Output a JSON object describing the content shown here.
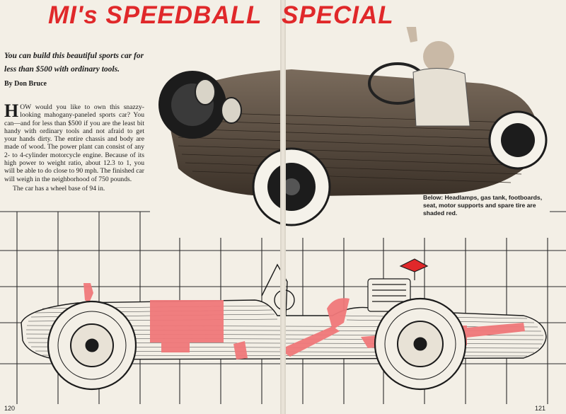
{
  "title": {
    "left": "MI's SPEEDBALL",
    "right": "SPECIAL"
  },
  "deck": "You can build this beautiful sports car for less than $500 with ordinary tools.",
  "byline": "By Don Bruce",
  "body": {
    "dropcap": "H",
    "paragraph1": "OW would you like to own this snazzy-looking mahogany-paneled sports car? You can—and for less than $500 if you are the least bit handy with ordinary tools and not afraid to get your hands dirty. The entire chassis and body are made of wood. The power plant can consist of any 2- to 4-cylinder motorcycle engine. Because of its high power to weight ratio, about 12.3 to 1, you will be able to do close to 90 mph. The finished car will weigh in the neighborhood of 750 pounds.",
    "paragraph2": "The car has a wheel base of 94 in."
  },
  "caption": "Below: Headlamps, gas tank, footboards, seat, motor supports and spare tire are shaded red.",
  "page_numbers": {
    "left": "120",
    "right": "121"
  },
  "colors": {
    "accent_red": "#e0282a",
    "paper": "#f3efe6",
    "ink": "#1b1b1b",
    "highlight_pink": "#f0787a"
  },
  "images": {
    "photo": "man-waving-in-wooden-sports-car-photo",
    "diagram": "side-elevation-blueprint-grid"
  }
}
